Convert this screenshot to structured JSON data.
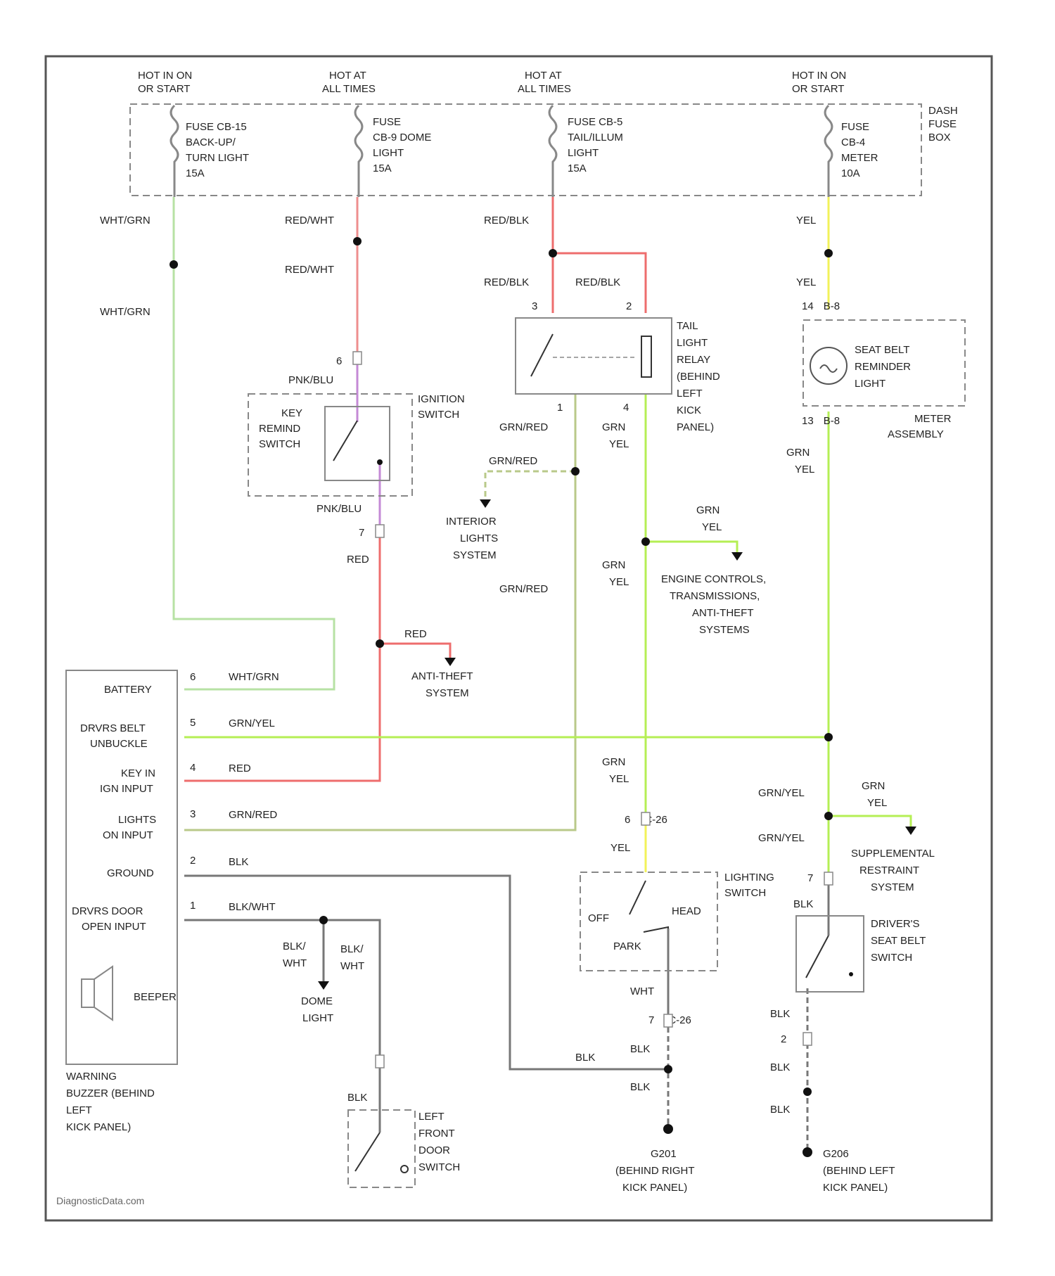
{
  "fuse_box": {
    "label": [
      "DASH",
      "FUSE",
      "BOX"
    ],
    "feeds": [
      {
        "power": [
          "HOT IN ON",
          "OR START"
        ],
        "fuse": [
          "FUSE CB-15",
          "BACK-UP/",
          "TURN LIGHT",
          "15A"
        ]
      },
      {
        "power": [
          "HOT AT",
          "ALL TIMES"
        ],
        "fuse": [
          "FUSE",
          "CB-9 DOME",
          "LIGHT",
          "15A"
        ]
      },
      {
        "power": [
          "HOT AT",
          "ALL TIMES"
        ],
        "fuse": [
          "FUSE CB-5",
          "TAIL/ILLUM",
          "LIGHT",
          "15A"
        ]
      },
      {
        "power": [
          "HOT IN ON",
          "OR START"
        ],
        "fuse": [
          "FUSE",
          "CB-4",
          "METER",
          "10A"
        ]
      }
    ]
  },
  "components": {
    "ignition_switch": [
      "IGNITION",
      "SWITCH"
    ],
    "key_reminder": [
      "KEY",
      "REMIND",
      "SWITCH"
    ],
    "tail_relay": [
      "TAIL",
      "LIGHT",
      "RELAY",
      "(BEHIND",
      "LEFT",
      "KICK",
      "PANEL)"
    ],
    "seat_belt_light": [
      "SEAT BELT",
      "REMINDER",
      "LIGHT"
    ],
    "meter_assembly": [
      "METER",
      "ASSEMBLY"
    ],
    "warning_buzzer": [
      "WARNING",
      "BUZZER (BEHIND",
      "LEFT",
      "KICK PANEL)"
    ],
    "buzzer_pins": [
      {
        "label": [
          "BATTERY"
        ],
        "pin": "6"
      },
      {
        "label": [
          "DRVRS BELT",
          "UNBUCKLE"
        ],
        "pin": "5"
      },
      {
        "label": [
          "KEY IN",
          "IGN INPUT"
        ],
        "pin": "4"
      },
      {
        "label": [
          "LIGHTS",
          "ON INPUT"
        ],
        "pin": "3"
      },
      {
        "label": [
          "GROUND"
        ],
        "pin": "2"
      },
      {
        "label": [
          "DRVRS DOOR",
          "OPEN INPUT"
        ],
        "pin": "1"
      }
    ],
    "beeper": "BEEPER",
    "lighting_switch": [
      "LIGHTING",
      "SWITCH"
    ],
    "switch_positions": {
      "off": "OFF",
      "park": "PARK",
      "head": "HEAD"
    },
    "seat_belt_switch": [
      "DRIVER'S",
      "SEAT BELT",
      "SWITCH"
    ],
    "door_switch": [
      "LEFT",
      "FRONT",
      "DOOR",
      "SWITCH"
    ],
    "g201": [
      "G201",
      "(BEHIND RIGHT",
      "KICK PANEL)"
    ],
    "g206": [
      "G206",
      "(BEHIND LEFT",
      "KICK PANEL)"
    ]
  },
  "references": {
    "interior_lights": [
      "INTERIOR",
      "LIGHTS",
      "SYSTEM"
    ],
    "engine_controls": [
      "ENGINE CONTROLS,",
      "TRANSMISSIONS,",
      "ANTI-THEFT",
      "SYSTEMS"
    ],
    "anti_theft": [
      "ANTI-THEFT",
      "SYSTEM"
    ],
    "dome_light": [
      "DOME",
      "LIGHT"
    ],
    "srs": [
      "SUPPLEMENTAL",
      "RESTRAINT",
      "SYSTEM"
    ]
  },
  "wire_labels": {
    "wht_grn": "WHT/GRN",
    "red_wht": "RED/WHT",
    "red_blk": "RED/BLK",
    "yel": "YEL",
    "pnk_blu": "PNK/BLU",
    "red": "RED",
    "grn_red": "GRN/RED",
    "grn": "GRN",
    "grn_yel": "GRN/YEL",
    "blk": "BLK",
    "blk_wht": "BLK/WHT",
    "wht_stack": [
      "BLK/",
      "WHT"
    ],
    "wht": "WHT"
  },
  "connectors": {
    "relay_pins": [
      "3",
      "2",
      "1",
      "4"
    ],
    "meter_in": [
      "14",
      "B-8"
    ],
    "meter_out": [
      "13",
      "B-8"
    ],
    "ign_top": "6",
    "ign_bot": "7",
    "c26_top": [
      "6",
      "C-26"
    ],
    "c26_bot": [
      "7",
      "C-26"
    ],
    "sbs_top": "7",
    "sbs_bot": "2"
  },
  "watermark": "DiagnosticData.com",
  "colors": {
    "green_light": "#b7e2a4",
    "red": "#ee6d6d",
    "yellow": "#f2f25a",
    "lime": "#b5ef55",
    "olive": "#b9c98a",
    "purple": "#c48ad6",
    "gray": "#777777",
    "frame": "#555555"
  }
}
